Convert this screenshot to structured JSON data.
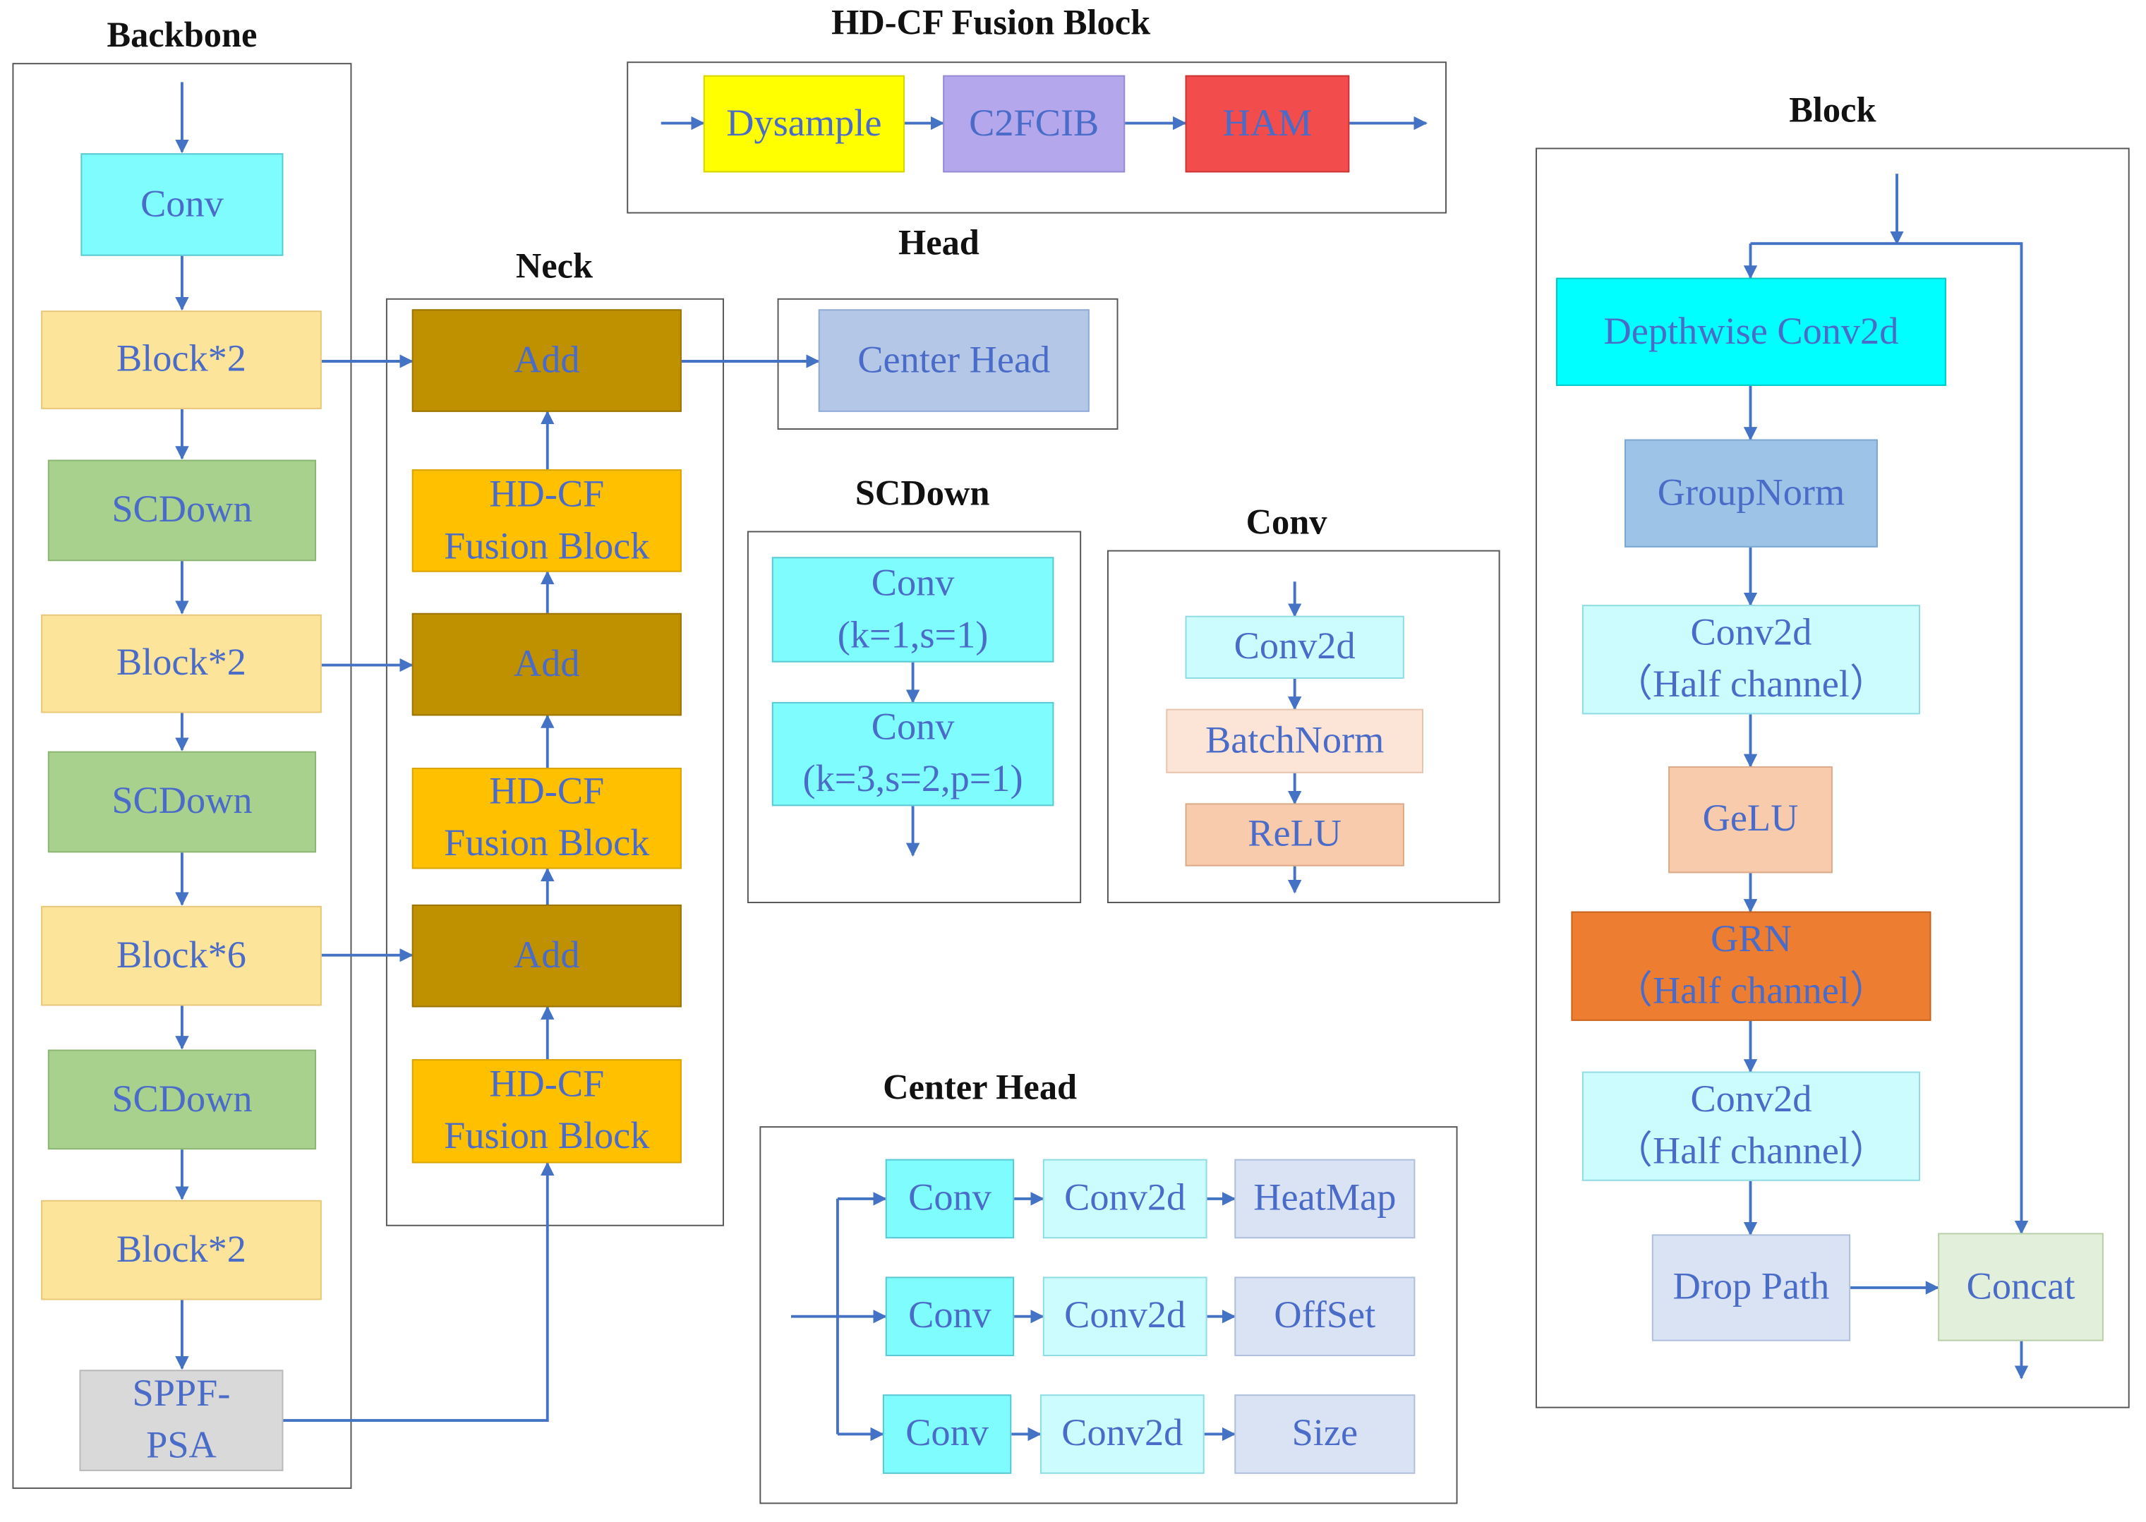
{
  "colors": {
    "arrow": "#4472c4",
    "text": "#4a6cc8",
    "conv_cyan": "#7ffcfd",
    "block_yellow": "#fde49b",
    "scdown_green": "#a9d18e",
    "sppf_gray": "#d9d9d9",
    "add_brown": "#bf9000",
    "fusion_orange": "#ffc000",
    "dysample_yellow": "#ffff00",
    "c2fcib_purple": "#b4a7ec",
    "ham_red": "#f24c4c",
    "center_head_blue": "#b4c7e7",
    "light_cyan": "#ccfcfd",
    "batchnorm_peach": "#fce4d6",
    "relu_salmon": "#f8cbad",
    "depthwise_cyan": "#00ffff",
    "groupnorm_blue": "#9dc3e6",
    "grn_orange": "#ed7d31",
    "lavender": "#dae3f3",
    "concat_green": "#e2efda"
  },
  "backbone": {
    "title": "Backbone",
    "conv": "Conv",
    "block1": "Block*2",
    "scdown1": "SCDown",
    "block2": "Block*2",
    "scdown2": "SCDown",
    "block3": "Block*6",
    "scdown3": "SCDown",
    "block4": "Block*2",
    "sppf": [
      "SPPF-",
      "PSA"
    ]
  },
  "fusion_block": {
    "title": "HD-CF Fusion Block",
    "dysample": "Dysample",
    "c2fcib": "C2FCIB",
    "ham": "HAM"
  },
  "neck": {
    "title": "Neck",
    "add1": "Add",
    "fusion1": [
      "HD-CF",
      "Fusion Block"
    ],
    "add2": "Add",
    "fusion2": [
      "HD-CF",
      "Fusion Block"
    ],
    "add3": "Add",
    "fusion3": [
      "HD-CF",
      "Fusion Block"
    ]
  },
  "head": {
    "title": "Head",
    "center_head": "Center Head"
  },
  "scdown_detail": {
    "title": "SCDown",
    "conv1": [
      "Conv",
      "(k=1,s=1)"
    ],
    "conv2": [
      "Conv",
      "(k=3,s=2,p=1)"
    ]
  },
  "conv_detail": {
    "title": "Conv",
    "conv2d": "Conv2d",
    "batchnorm": "BatchNorm",
    "relu": "ReLU"
  },
  "center_head_detail": {
    "title": "Center Head",
    "rows": [
      {
        "conv": "Conv",
        "conv2d": "Conv2d",
        "out": "HeatMap"
      },
      {
        "conv": "Conv",
        "conv2d": "Conv2d",
        "out": "OffSet"
      },
      {
        "conv": "Conv",
        "conv2d": "Conv2d",
        "out": "Size"
      }
    ]
  },
  "block_detail": {
    "title": "Block",
    "depthwise": "Depthwise Conv2d",
    "groupnorm": "GroupNorm",
    "conv2d_a": [
      "Conv2d",
      "（Half channel）"
    ],
    "gelu": "GeLU",
    "grn": [
      "GRN",
      "（Half channel）"
    ],
    "conv2d_b": [
      "Conv2d",
      "（Half channel）"
    ],
    "drop_path": "Drop Path",
    "concat": "Concat"
  }
}
